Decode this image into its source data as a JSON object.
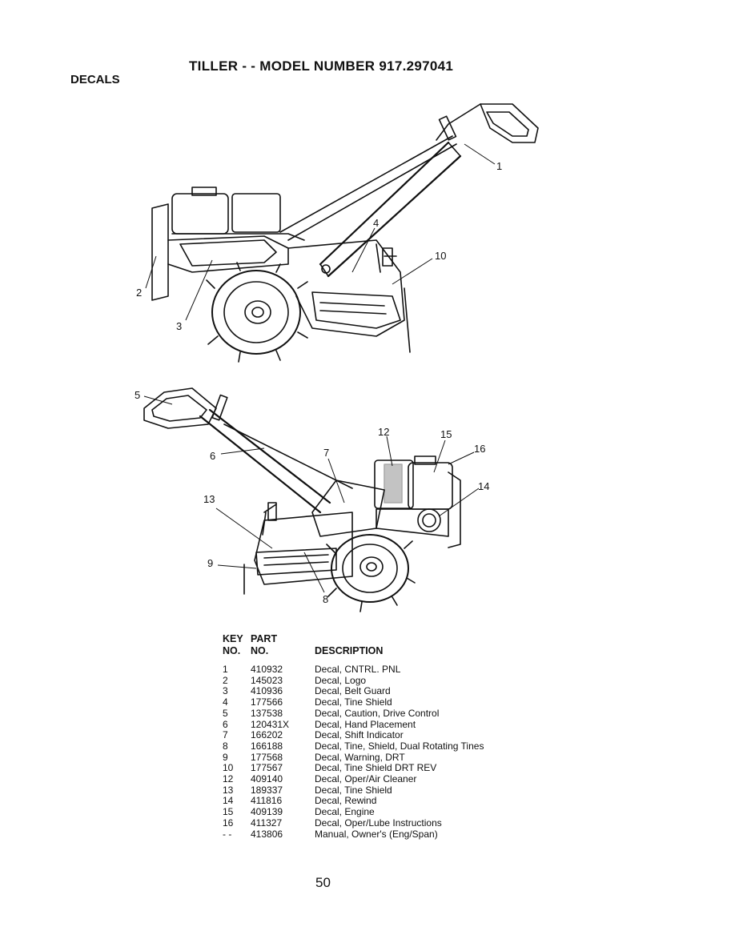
{
  "page": {
    "title": "TILLER - - MODEL NUMBER 917.297041",
    "section": "DECALS",
    "page_number": "50"
  },
  "callouts": {
    "top": [
      "1",
      "2",
      "3",
      "4",
      "10"
    ],
    "bottom": [
      "5",
      "6",
      "7",
      "8",
      "9",
      "12",
      "13",
      "14",
      "15",
      "16"
    ]
  },
  "table": {
    "header_key_1": "KEY",
    "header_key_2": "NO.",
    "header_part_1": "PART",
    "header_part_2": "NO.",
    "header_desc": "DESCRIPTION",
    "rows": [
      {
        "key": "1",
        "part": "410932",
        "desc": "Decal, CNTRL. PNL"
      },
      {
        "key": "2",
        "part": "145023",
        "desc": "Decal, Logo"
      },
      {
        "key": "3",
        "part": "410936",
        "desc": "Decal, Belt Guard"
      },
      {
        "key": "4",
        "part": "177566",
        "desc": "Decal, Tine Shield"
      },
      {
        "key": "5",
        "part": "137538",
        "desc": "Decal, Caution, Drive Control"
      },
      {
        "key": "6",
        "part": "120431X",
        "desc": "Decal, Hand Placement"
      },
      {
        "key": "7",
        "part": "166202",
        "desc": "Decal, Shift Indicator"
      },
      {
        "key": "8",
        "part": "166188",
        "desc": "Decal, Tine, Shield, Dual Rotating Tines"
      },
      {
        "key": "9",
        "part": "177568",
        "desc": "Decal, Warning, DRT"
      },
      {
        "key": "10",
        "part": "177567",
        "desc": "Decal, Tine Shield DRT REV"
      },
      {
        "key": "12",
        "part": "409140",
        "desc": "Decal, Oper/Air Cleaner"
      },
      {
        "key": "13",
        "part": "189337",
        "desc": "Decal, Tine Shield"
      },
      {
        "key": "14",
        "part": "411816",
        "desc": "Decal, Rewind"
      },
      {
        "key": "15",
        "part": "409139",
        "desc": "Decal, Engine"
      },
      {
        "key": "16",
        "part": "411327",
        "desc": "Decal,  Oper/Lube Instructions"
      },
      {
        "key": "- -",
        "part": "413806",
        "desc": "Manual, Owner's (Eng/Span)"
      }
    ]
  }
}
